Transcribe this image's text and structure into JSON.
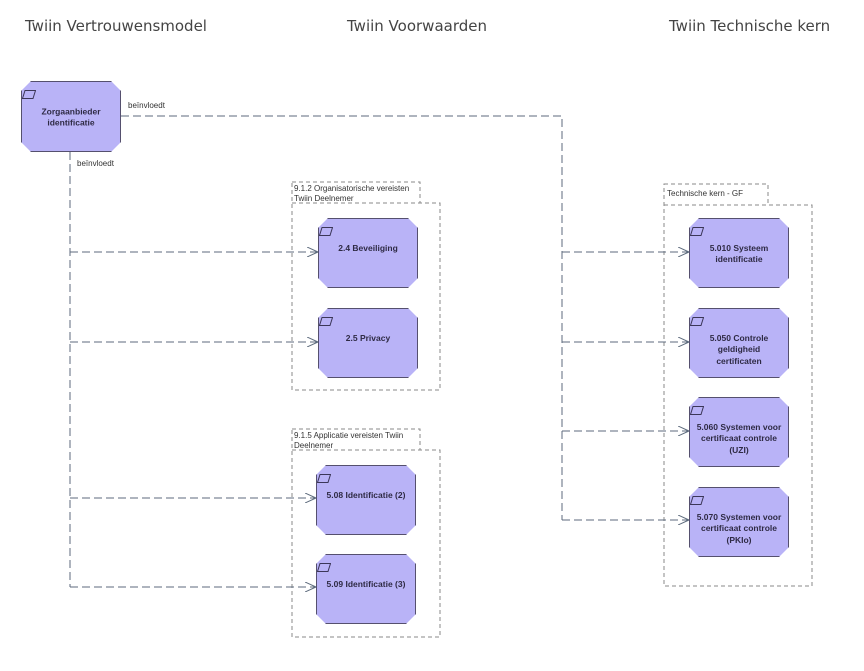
{
  "columns": {
    "left": "Twiin Vertrouwensmodel",
    "middle": "Twiin Voorwaarden",
    "right": "Twiin Technische kern"
  },
  "source_node": {
    "label": "Zorgaanbieder identificatie"
  },
  "edge_labels": {
    "right": "beïnvloedt",
    "down": "beïnvloedt"
  },
  "groups": {
    "org": {
      "label_line1": "9.1.2 Organisatorische vereisten",
      "label_line2": "Twiin Deelnemer",
      "items": [
        "2.4 Beveiliging",
        "2.5 Privacy"
      ]
    },
    "app": {
      "label_line1": "9.1.5 Applicatie vereisten  Twiin",
      "label_line2": "Deelnemer",
      "items": [
        "5.08 Identificatie (2)",
        "5.09 Identificatie (3)"
      ]
    },
    "tech": {
      "label": "Technische kern - GF",
      "items": [
        "5.010 Systeem identificatie",
        "5.050 Controle geldigheid certificaten",
        "5.060 Systemen voor certificaat controle (UZI)",
        "5.070 Systemen voor certificaat controle (PKIo)"
      ]
    }
  },
  "colors": {
    "node_fill": "#b9b3f7",
    "node_border": "#55506e",
    "line": "#5c6a7c"
  }
}
